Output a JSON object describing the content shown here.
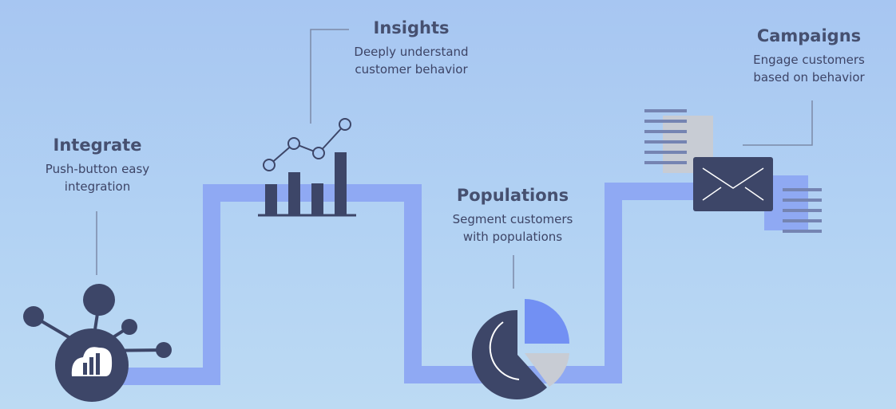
{
  "steps": {
    "integrate": {
      "title": "Integrate",
      "line1": "Push-button easy",
      "line2": "integration"
    },
    "insights": {
      "title": "Insights",
      "line1": "Deeply understand",
      "line2": "customer behavior"
    },
    "populations": {
      "title": "Populations",
      "line1": "Segment customers",
      "line2": "with populations"
    },
    "campaigns": {
      "title": "Campaigns",
      "line1": "Engage customers",
      "line2": "based on behavior"
    }
  },
  "colors": {
    "path": "#8fa9f3",
    "icon_dark": "#3d4668",
    "accent_blue": "#7290f3",
    "accent_grey": "#c8ccd4",
    "leader_line": "#7c8aa8"
  },
  "icons": {
    "integrate": "hub-cloud-chart-icon",
    "insights": "bar-line-chart-icon",
    "populations": "pie-chart-icon",
    "campaigns": "envelope-documents-icon"
  }
}
